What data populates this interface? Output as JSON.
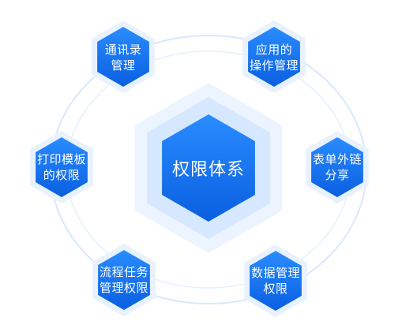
{
  "center": {
    "label": "权限体系"
  },
  "nodes": [
    {
      "id": "contacts",
      "lines": [
        "通讯录",
        "管理"
      ]
    },
    {
      "id": "app-ops",
      "lines": [
        "应用的",
        "操作管理"
      ]
    },
    {
      "id": "form-link",
      "lines": [
        "表单外链",
        "分享"
      ]
    },
    {
      "id": "data-mgmt",
      "lines": [
        "数据管理",
        "权限"
      ]
    },
    {
      "id": "workflow",
      "lines": [
        "流程任务",
        "管理权限"
      ]
    },
    {
      "id": "print-template",
      "lines": [
        "打印模板",
        "的权限"
      ]
    }
  ],
  "colors": {
    "hex_top": "#2a8cff",
    "hex_bottom": "#0a5fe0",
    "halo": "#dcebff",
    "halo_outer": "#ecf4ff",
    "ring": "#d9e8fb"
  }
}
